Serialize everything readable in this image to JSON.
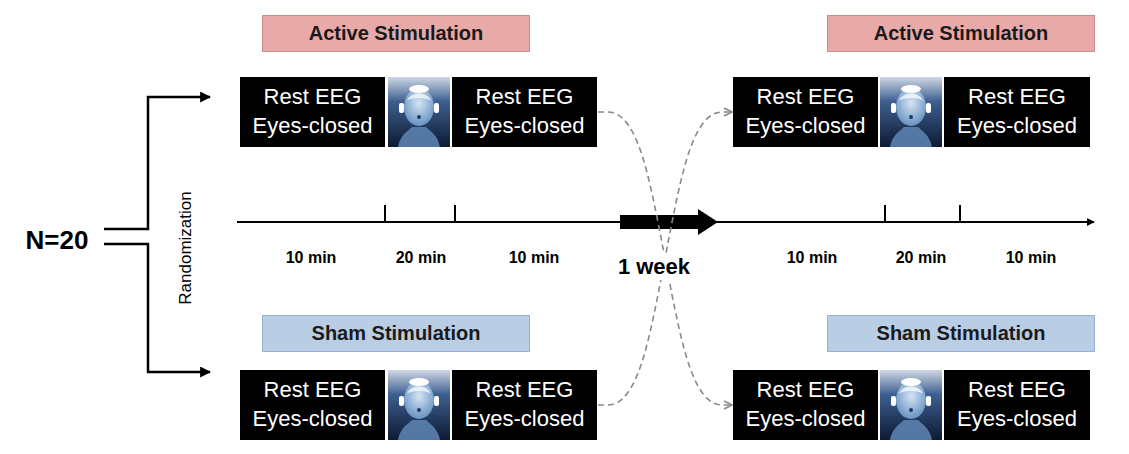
{
  "diagram": {
    "nodes": [
      {
        "text": [
          "Active Stimulation"
        ]
      },
      {
        "text": [
          "Rest EEG Eyes-closed"
        ]
      },
      {
        "text": [
          "Rest EEG Eyes-closed"
        ]
      },
      {
        "text": [
          "Active Stimulation"
        ]
      },
      {
        "text": [
          "Rest EEG Eyes-closed"
        ]
      },
      {
        "text": [
          "Rest EEG Eyes-closed"
        ]
      },
      {
        "text": [
          "Sham Stimulation"
        ]
      },
      {
        "text": [
          "Rest EEG Eyes-closed"
        ]
      },
      {
        "text": [
          "Rest EEG Eyes-closed"
        ]
      },
      {
        "text": [
          "Sham Stimulation"
        ]
      },
      {
        "text": [
          "Rest EEG Eyes-closed"
        ]
      },
      {
        "text": [
          "Rest EEG Eyes-closed"
        ]
      }
    ],
    "edges": [
      {
        "from": 2,
        "to": 10,
        "arrow": "to"
      },
      {
        "from": 8,
        "to": 4,
        "arrow": "to"
      }
    ],
    "labels": [
      "N=20",
      "Randomization",
      "10 min",
      "20 min",
      "10 min",
      "1 week",
      "10 min",
      "20 min",
      "10 min"
    ]
  }
}
